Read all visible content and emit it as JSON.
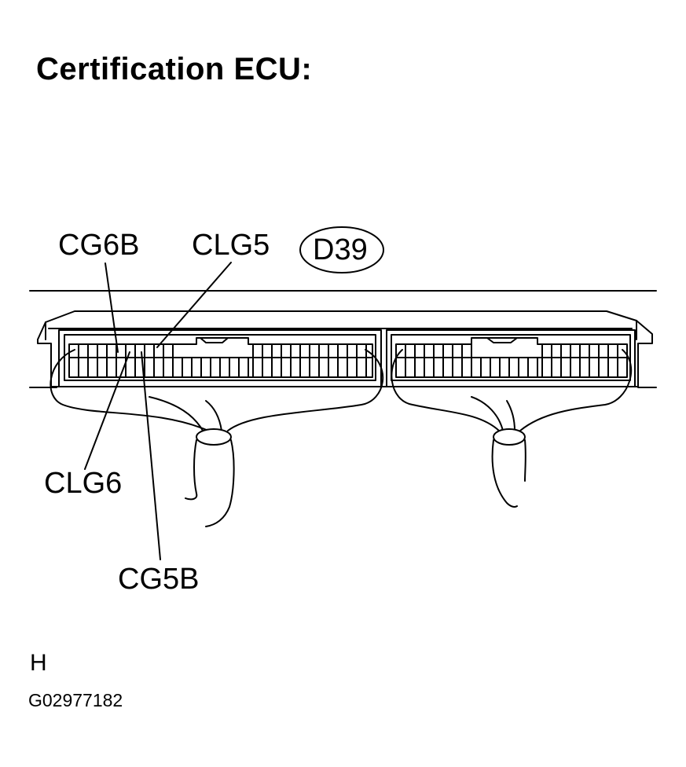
{
  "title": "Certification ECU:",
  "connector_id": "D39",
  "terminals": {
    "cg6b": "CG6B",
    "clg5": "CLG5",
    "clg6": "CLG6",
    "cg5b": "CG5B"
  },
  "footer": {
    "letter": "H",
    "figure_code": "G02977182"
  }
}
